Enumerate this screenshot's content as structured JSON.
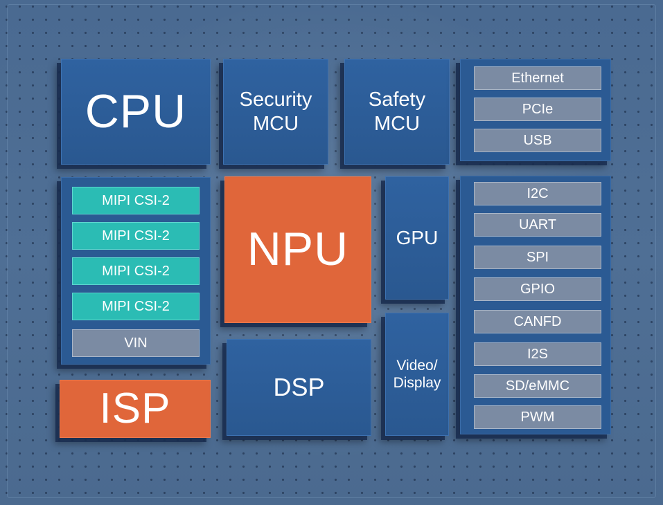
{
  "blocks": {
    "cpu": "CPU",
    "security_mcu": [
      "Security",
      "MCU"
    ],
    "safety_mcu": [
      "Safety",
      "MCU"
    ],
    "npu": "NPU",
    "gpu": "GPU",
    "dsp": "DSP",
    "video_display": [
      "Video/",
      "Display"
    ],
    "isp": "ISP"
  },
  "camera_inputs": [
    "MIPI CSI-2",
    "MIPI CSI-2",
    "MIPI CSI-2",
    "MIPI CSI-2"
  ],
  "vin": "VIN",
  "high_speed_io": [
    "Ethernet",
    "PCIe",
    "USB"
  ],
  "low_speed_io": [
    "I2C",
    "UART",
    "SPI",
    "GPIO",
    "CANFD",
    "I2S",
    "SD/eMMC",
    "PWM"
  ],
  "colors": {
    "compute_block": "#2f62a0",
    "accelerator": "#e0663a",
    "camera_interface": "#2bbcb4",
    "io_interface": "#7b8ba3",
    "board": "#4a6a91"
  }
}
